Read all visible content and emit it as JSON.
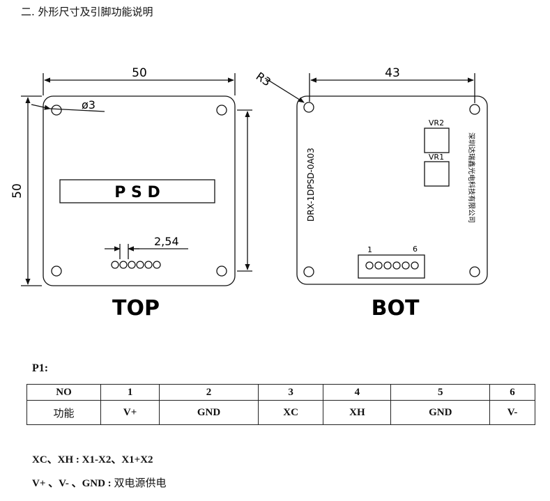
{
  "section_title": "二. 外形尺寸及引脚功能说明",
  "top_view": {
    "view_label": "TOP",
    "width_dim": "50",
    "height_dim": "50",
    "hole_dim": "ø3",
    "pitch_dim": "2,54",
    "display_text": "P S D"
  },
  "bot_view": {
    "view_label": "BOT",
    "width_dim": "43",
    "radius_dim": "R3",
    "model_text": "DRX-1DPSD-0A03",
    "company_text": "深圳达瑞鑫光电科技有限公司",
    "vr2_label": "VR2",
    "vr1_label": "VR1",
    "pin_first": "1",
    "pin_last": "6"
  },
  "p1": {
    "label": "P1:",
    "header": [
      "NO",
      "1",
      "2",
      "3",
      "4",
      "5",
      "6"
    ],
    "row": [
      "功能",
      "V+",
      "GND",
      "XC",
      "XH",
      "GND",
      "V-"
    ]
  },
  "notes": {
    "line1_lead": "XC、XH : X1-X2、X1+X2",
    "line2_lead": "V+ 、V- 、GND : ",
    "line2_cjk": "双电源供电"
  }
}
